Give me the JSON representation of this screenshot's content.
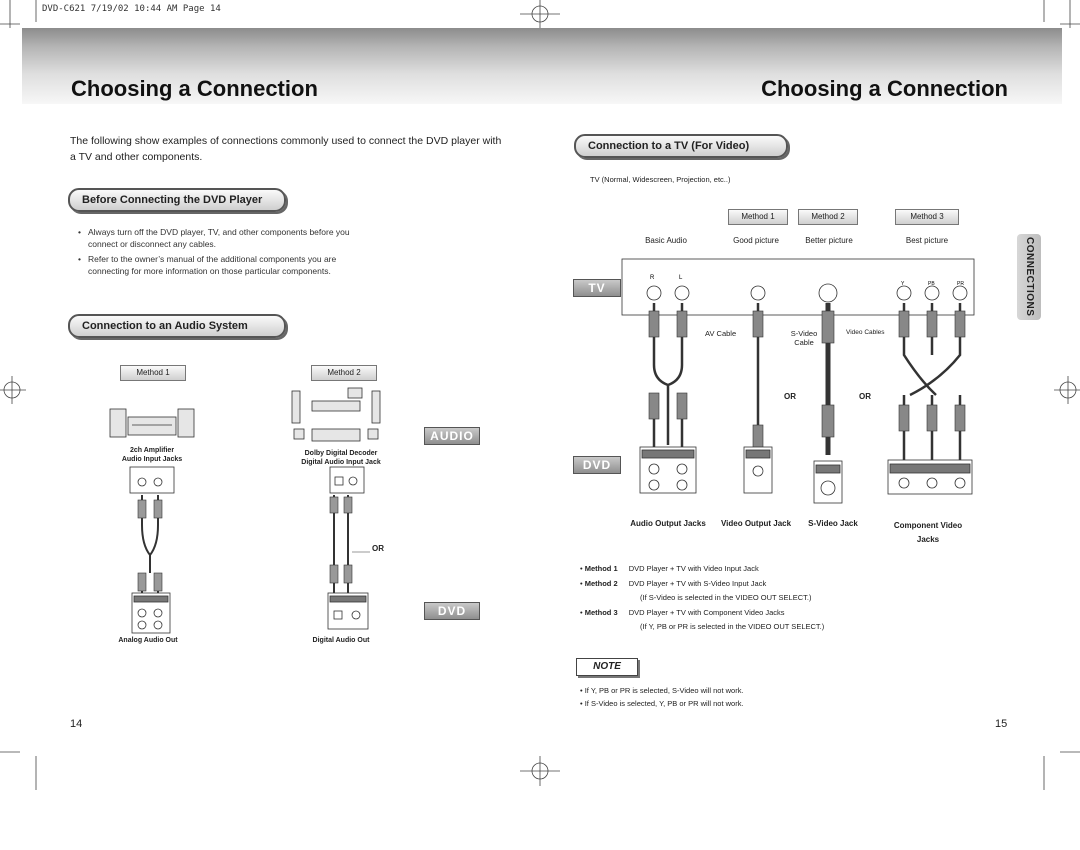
{
  "header_line": "DVD-C621 7/19/02 10:44 AM Page 14",
  "left_title": "Choosing a Connection",
  "right_title": "Choosing a Connection",
  "intro": "The following show examples of connections commonly used to connect the DVD player with a TV and other components.",
  "before_heading": "Before Connecting the DVD Player",
  "before_bullets": [
    "Always turn off the DVD player, TV, and other components before you connect or disconnect any cables.",
    "Refer to the owner’s manual of the additional components you are connecting for more information on those particular components."
  ],
  "audio_heading": "Connection to an Audio System",
  "audio": {
    "method1": "Method 1",
    "method2": "Method 2",
    "amp_label": "2ch Amplifier",
    "amp_sub": "Audio Input Jacks",
    "decoder_label": "Dolby Digital Decoder",
    "decoder_sub": "Digital Audio Input Jack",
    "or": "OR",
    "audio_badge": "AUDIO",
    "dvd_badge": "DVD",
    "analog_out": "Analog Audio Out",
    "digital_out": "Digital Audio Out"
  },
  "tv_heading": "Connection to a TV (For Video)",
  "tv_caption": "TV (Normal, Widescreen, Projection, etc..)",
  "tv": {
    "method1": "Method 1",
    "method2": "Method 2",
    "method3": "Method 3",
    "basic_audio": "Basic Audio",
    "good": "Good picture",
    "better": "Better picture",
    "best": "Best picture",
    "tv_badge": "TV",
    "dvd_badge": "DVD",
    "av_cable": "AV Cable",
    "svideo_cable": "S-Video Cable",
    "video_cables": "Video Cables",
    "or1": "OR",
    "or2": "OR",
    "audio_output": "Audio Output Jacks",
    "video_output": "Video Output Jack",
    "svideo_jack": "S-Video Jack",
    "component_video": "Component Video Jacks"
  },
  "methods": [
    {
      "label": "Method 1",
      "text": "DVD Player + TV with Video Input Jack"
    },
    {
      "label": "Method 2",
      "text": "DVD Player + TV with S-Video Input Jack",
      "note": "(If S-Video is selected in the VIDEO OUT SELECT.)"
    },
    {
      "label": "Method 3",
      "text": "DVD Player + TV with Component Video Jacks",
      "note": "(If Y, PB or PR is selected in the VIDEO OUT SELECT.)"
    }
  ],
  "note_label": "NOTE",
  "notes": [
    "If Y, PB or PR is selected, S-Video will not work.",
    "If S-Video is selected, Y, PB or PR will not work."
  ],
  "side_tab": "CONNECTIONS",
  "page_left": "14",
  "page_right": "15"
}
